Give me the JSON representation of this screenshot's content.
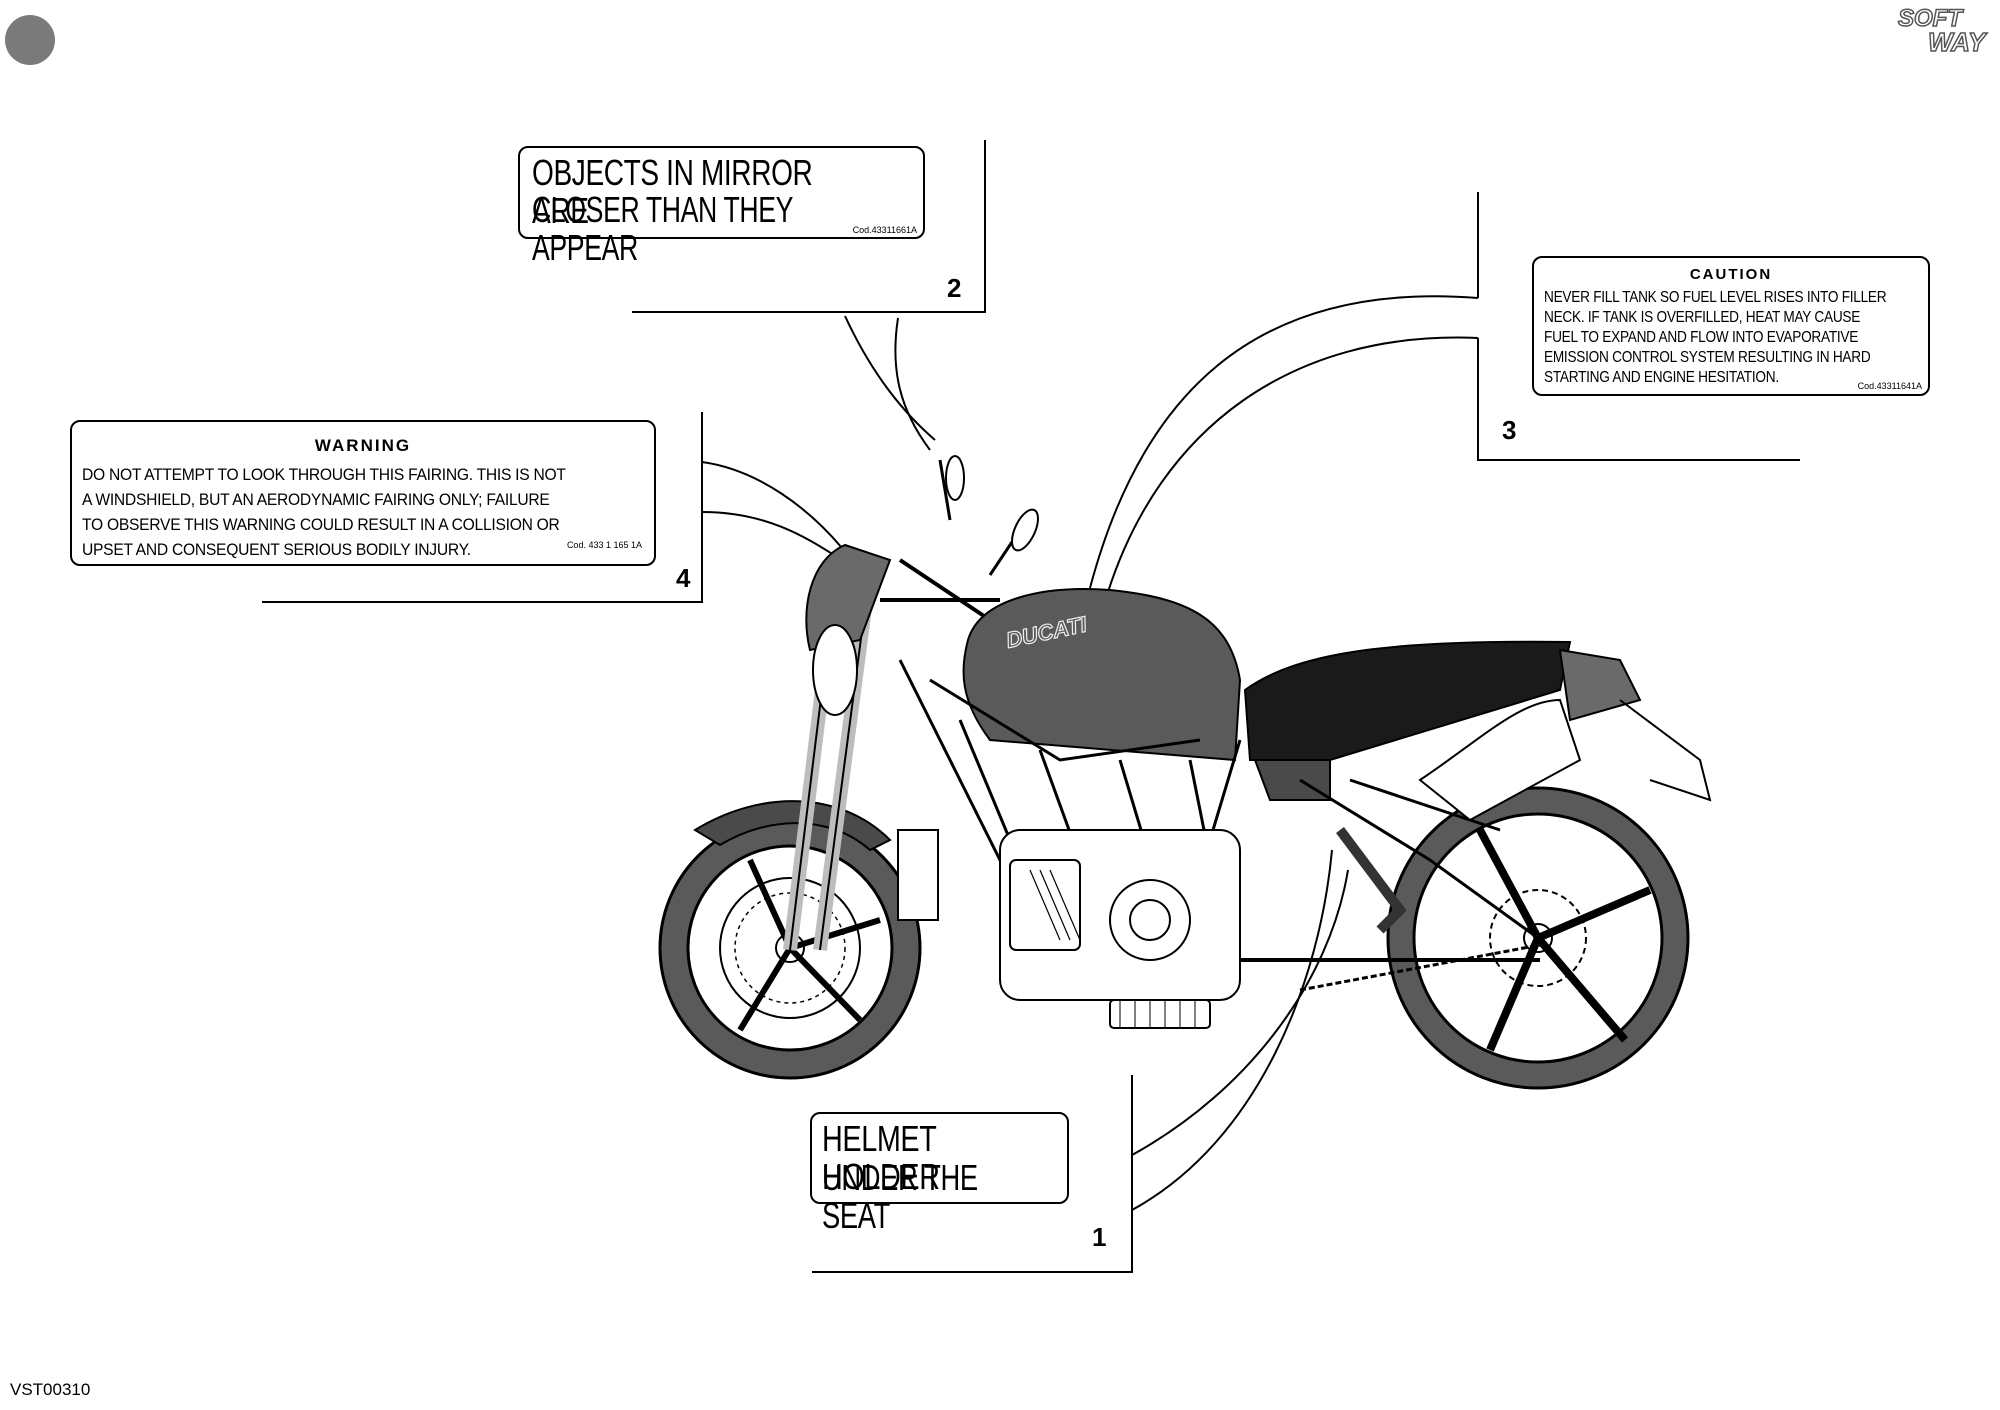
{
  "decals": {
    "mirror": {
      "line1": "OBJECTS IN MIRROR ARE",
      "line2": "CLOSER THAN THEY APPEAR",
      "code": "Cod.43311661A"
    },
    "caution": {
      "heading": "CAUTION",
      "lines": [
        "NEVER FILL TANK SO FUEL LEVEL RISES INTO FILLER",
        "NECK. IF TANK IS OVERFILLED, HEAT MAY CAUSE",
        "FUEL TO EXPAND AND FLOW INTO EVAPORATIVE",
        "EMISSION CONTROL SYSTEM RESULTING IN HARD",
        "STARTING AND ENGINE HESITATION."
      ],
      "code": "Cod.43311641A"
    },
    "warning": {
      "heading": "WARNING",
      "lines": [
        "DO NOT ATTEMPT TO LOOK THROUGH THIS FAIRING. THIS IS NOT",
        "A WINDSHIELD, BUT AN AERODYNAMIC FAIRING ONLY; FAILURE",
        "TO OBSERVE THIS WARNING COULD RESULT IN A COLLISION OR",
        "UPSET AND CONSEQUENT SERIOUS BODILY INJURY."
      ],
      "code": "Cod. 433 1 165 1A"
    },
    "helmet": {
      "line1": "HELMET HOLDER",
      "line2": "UNDER THE SEAT"
    }
  },
  "callouts": {
    "n1": "1",
    "n2": "2",
    "n3": "3",
    "n4": "4"
  },
  "tank_brand": "DUCATI",
  "logo": {
    "line1": "SOFT",
    "line2": "WAY"
  },
  "figure_code": "VST00310"
}
